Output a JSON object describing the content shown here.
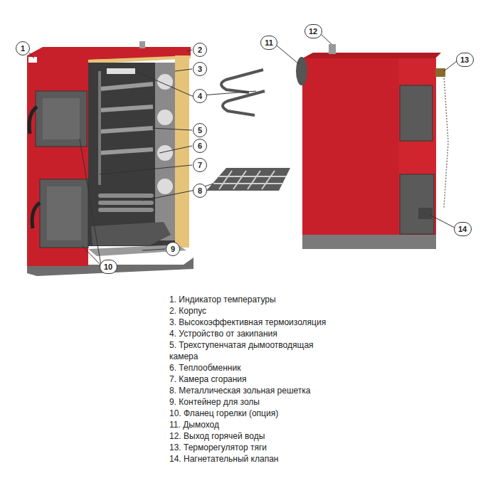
{
  "diagram": {
    "nodes": [
      {
        "text": [
          "1"
        ]
      },
      {
        "text": [
          "2"
        ]
      },
      {
        "text": [
          "3"
        ]
      },
      {
        "text": [
          "4"
        ]
      },
      {
        "text": [
          "5"
        ]
      },
      {
        "text": [
          "6"
        ]
      },
      {
        "text": [
          "7"
        ]
      },
      {
        "text": [
          "8"
        ]
      },
      {
        "text": [
          "9"
        ]
      },
      {
        "text": [
          "10"
        ]
      },
      {
        "text": [
          "11"
        ]
      },
      {
        "text": [
          "12"
        ]
      },
      {
        "text": [
          "13"
        ]
      },
      {
        "text": [
          "14"
        ]
      }
    ],
    "labels": [
      "1. Индикатор температуры",
      "2. Корпус",
      "3. Высокоэффективная термоизоляция",
      "4. Устройство от закипания",
      "5. Трехступенчатая дымоотводящая камера",
      "6. Теплообменник",
      "7. Камера сгорания",
      "8. Металлическая зольная решетка",
      "9. Контейнер для золы",
      "10. Фланец горелки (опция)",
      "11. Дымоход",
      "12. Выход горячей воды",
      "13. Терморегулятор тяги",
      "14. Нагнетательный клапан"
    ]
  }
}
